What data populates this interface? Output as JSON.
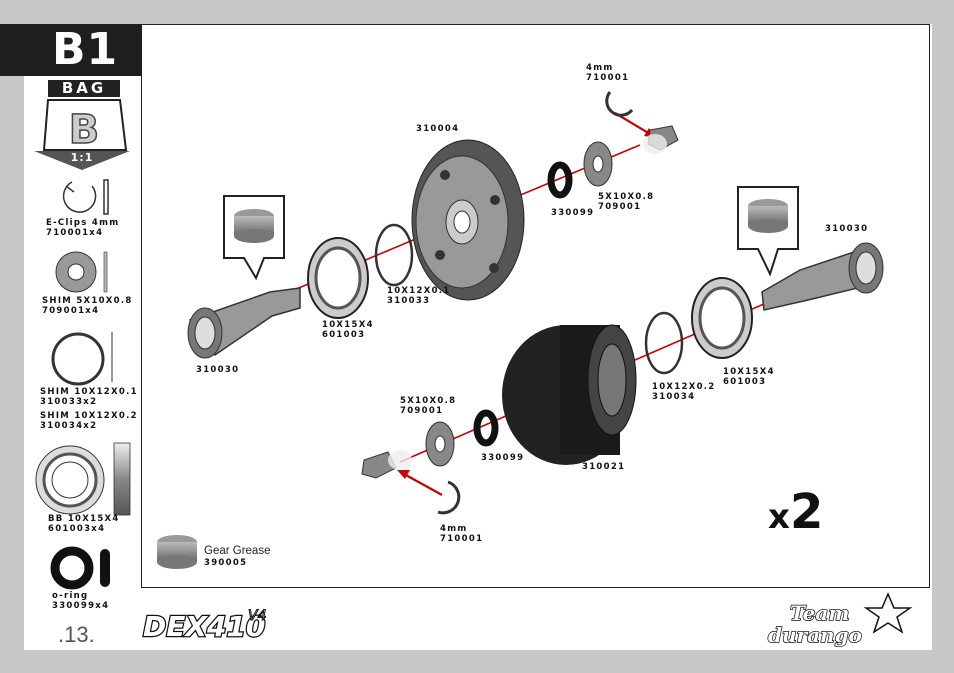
{
  "step": "B1",
  "bag": {
    "label": "BAG",
    "letter": "B",
    "scale": "1:1"
  },
  "parts_list": [
    {
      "name": "E-Clips 4mm",
      "code": "710001x4"
    },
    {
      "name": "SHIM 5X10X0.8",
      "code": "709001x4"
    },
    {
      "name": "SHIM 10X12X0.1",
      "code": "310033x2"
    },
    {
      "name": "SHIM 10X12X0.2",
      "code": "310034x2"
    },
    {
      "name": "BB 10X15X4",
      "code": "601003x4"
    },
    {
      "name": "o-ring",
      "code": "330099x4"
    }
  ],
  "callouts": {
    "eclip_top": {
      "size": "4mm",
      "code": "710001"
    },
    "gear": "310004",
    "shim_top": {
      "size": "5X10X0.8",
      "code": "709001"
    },
    "oring_top": "330099",
    "shim_thin_top": {
      "size": "10X12X0.1",
      "code": "310033"
    },
    "bearing_left": {
      "size": "10X15X4",
      "code": "601003"
    },
    "outdrive_left": "310030",
    "outdrive_right": "310030",
    "bearing_right": {
      "size": "10X15X4",
      "code": "601003"
    },
    "shim_thin_bottom": {
      "size": "10X12X0.2",
      "code": "310034"
    },
    "case": "310021",
    "shim_bottom": {
      "size": "5X10X0.8",
      "code": "709001"
    },
    "oring_bottom": "330099",
    "eclip_bottom": {
      "size": "4mm",
      "code": "710001"
    }
  },
  "grease": {
    "name": "Gear Grease",
    "code": "390005"
  },
  "quantity": {
    "prefix": "x",
    "count": "2"
  },
  "page_number": ".13.",
  "product_logo": "DEX410V4",
  "brand_logo": "Team Durango"
}
